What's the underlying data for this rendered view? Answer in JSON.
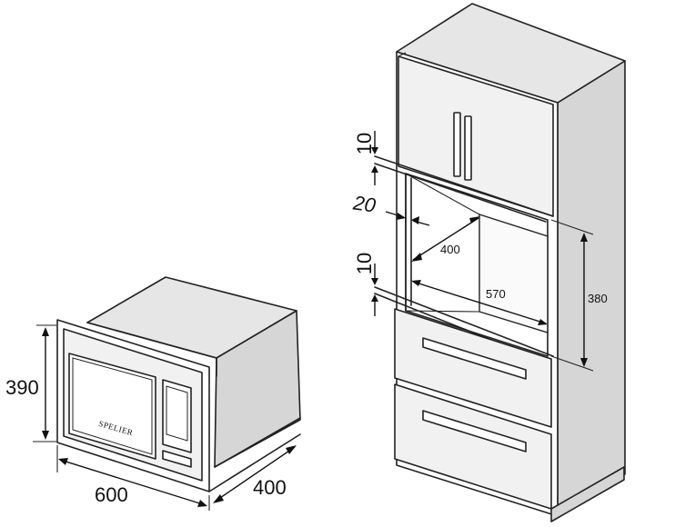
{
  "microwave": {
    "brand": "SPELIER",
    "dimensions": {
      "height": "390",
      "width": "600",
      "depth": "400"
    }
  },
  "cabinet": {
    "dimensions": {
      "gap_top": "10",
      "side_gap": "20",
      "niche_depth": "400",
      "gap_bottom": "10",
      "niche_width": "570",
      "niche_height": "380"
    }
  }
}
